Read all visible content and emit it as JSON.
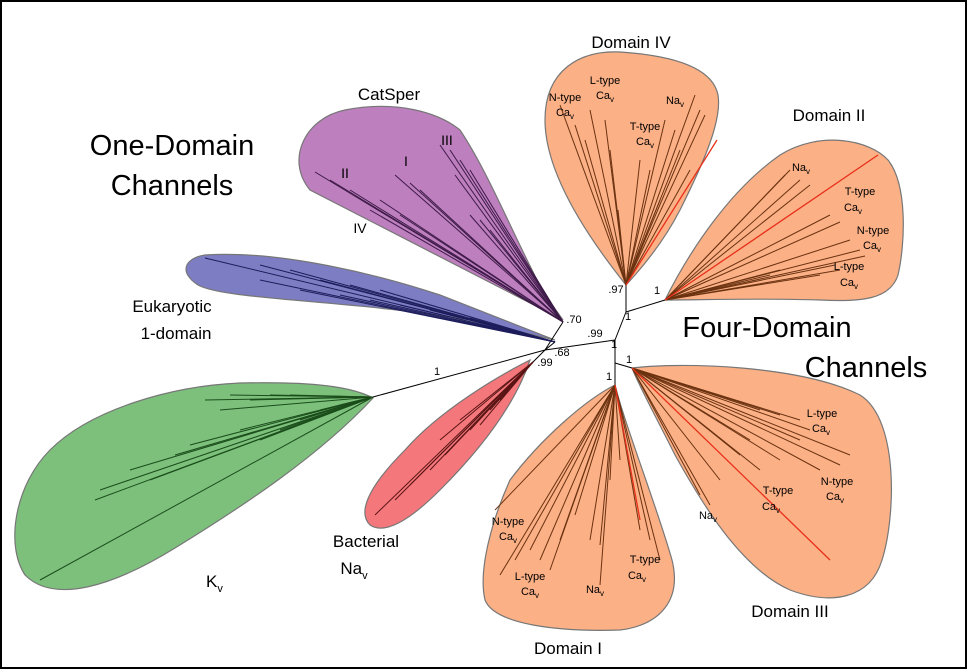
{
  "headings": {
    "one_domain_line1": "One-Domain",
    "one_domain_line2": "Channels",
    "four_domain_line1": "Four-Domain",
    "four_domain_line2": "Channels"
  },
  "clades": {
    "catsper": "CatSper",
    "catsper_II": "II",
    "catsper_I": "I",
    "catsper_III": "III",
    "catsper_IV": "IV",
    "euk_line1": "Eukaryotic",
    "euk_line2": "1-domain",
    "kv_main": "K",
    "kv_sub": "v",
    "bact_line1": "Bacterial",
    "bact_line2_main": "Na",
    "bact_line2_sub": "v",
    "domain_I": "Domain I",
    "domain_II": "Domain II",
    "domain_III": "Domain III",
    "domain_IV": "Domain IV"
  },
  "subtypes": {
    "ntype": "N-type",
    "ltype": "L-type",
    "ttype": "T-type",
    "ca": "Ca",
    "na": "Na",
    "sub": "v"
  },
  "support": {
    "kv": "1",
    "catsper": ".70",
    "bact_a": ".68",
    "bact_b": ".99",
    "four_base": ".99",
    "dom4": ".97",
    "dom2": "1",
    "dom4_stem": "1",
    "dom1_stem": "1",
    "dom3_stem": "1",
    "dom1": "1"
  },
  "colors": {
    "catsper": "#bd7fbe",
    "eukaryotic": "#7d7dc3",
    "kv": "#7cc07c",
    "bacterial": "#f4777b",
    "four_domain": "#fbb086",
    "branch_catsper": "#3d1a48",
    "branch_euk": "#1d1d5c",
    "branch_kv": "#1b4d1b",
    "branch_bact": "#5a1414",
    "branch_four": "#6b3210",
    "branch_ttype": "#e8301a",
    "outline": "#777777"
  }
}
